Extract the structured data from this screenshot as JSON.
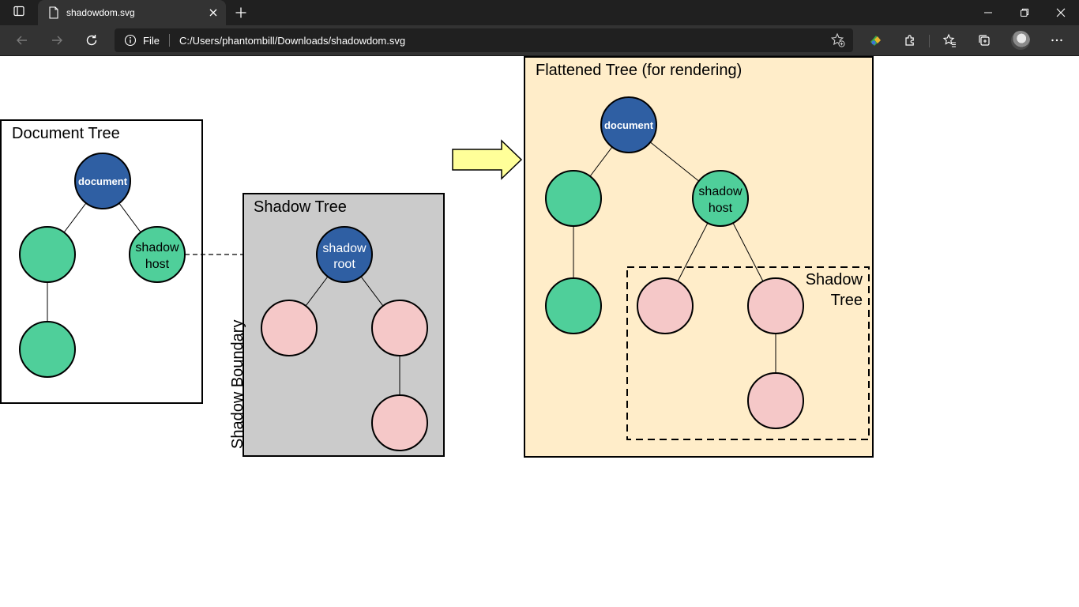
{
  "browser": {
    "tab_title": "shadowdom.svg",
    "address_scheme_label": "File",
    "url": "C:/Users/phantombill/Downloads/shadowdom.svg"
  },
  "icons": {
    "tab_actions": "tab-actions-icon",
    "favicon": "file-icon",
    "close_tab": "close-icon",
    "new_tab": "plus-icon",
    "minimize": "minimize-icon",
    "restore": "restore-icon",
    "close_window": "close-icon",
    "back": "back-arrow-icon",
    "forward": "forward-arrow-icon",
    "refresh": "refresh-icon",
    "site_info": "info-icon",
    "add_favorite": "star-plus-icon",
    "extension_1": "extension-color-icon",
    "extensions": "puzzle-icon",
    "favorites": "favorites-icon",
    "collections": "collections-icon",
    "profile": "avatar",
    "more": "more-icon"
  },
  "diagram": {
    "document_tree": {
      "title": "Document Tree",
      "root_label": "document",
      "host_label_line1": "shadow",
      "host_label_line2": "host"
    },
    "shadow_tree": {
      "title": "Shadow Tree",
      "root_label_line1": "shadow",
      "root_label_line2": "root",
      "boundary_label": "Shadow Boundary"
    },
    "flattened_tree": {
      "title": "Flattened Tree (for rendering)",
      "root_label": "document",
      "host_label_line1": "shadow",
      "host_label_line2": "host",
      "region_label_line1": "Shadow",
      "region_label_line2": "Tree"
    },
    "colors": {
      "blue_node": "#2f5fa3",
      "green_node": "#4fcf9a",
      "pink_node": "#f5c8c8",
      "shadow_panel": "#cbcbcb",
      "flattened_panel": "#ffedc9",
      "arrow_fill": "#ffff99"
    }
  }
}
